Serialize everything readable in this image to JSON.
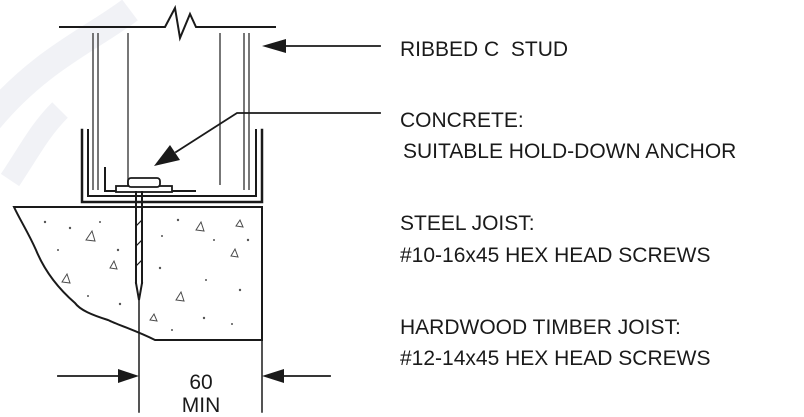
{
  "callouts": {
    "stud": "RIBBED C  STUD",
    "concrete_title": "CONCRETE:",
    "concrete_detail": "SUITABLE HOLD-DOWN ANCHOR",
    "steel_title": "STEEL JOIST:",
    "steel_detail": "#10-16x45 HEX HEAD SCREWS",
    "timber_title": "HARDWOOD TIMBER JOIST:",
    "timber_detail": "#12-14x45 HEX HEAD SCREWS"
  },
  "dimension": {
    "value": "60",
    "unit_note": "MIN"
  },
  "colors": {
    "line": "#1a1a1a",
    "watermark": "#e8eaf0"
  }
}
